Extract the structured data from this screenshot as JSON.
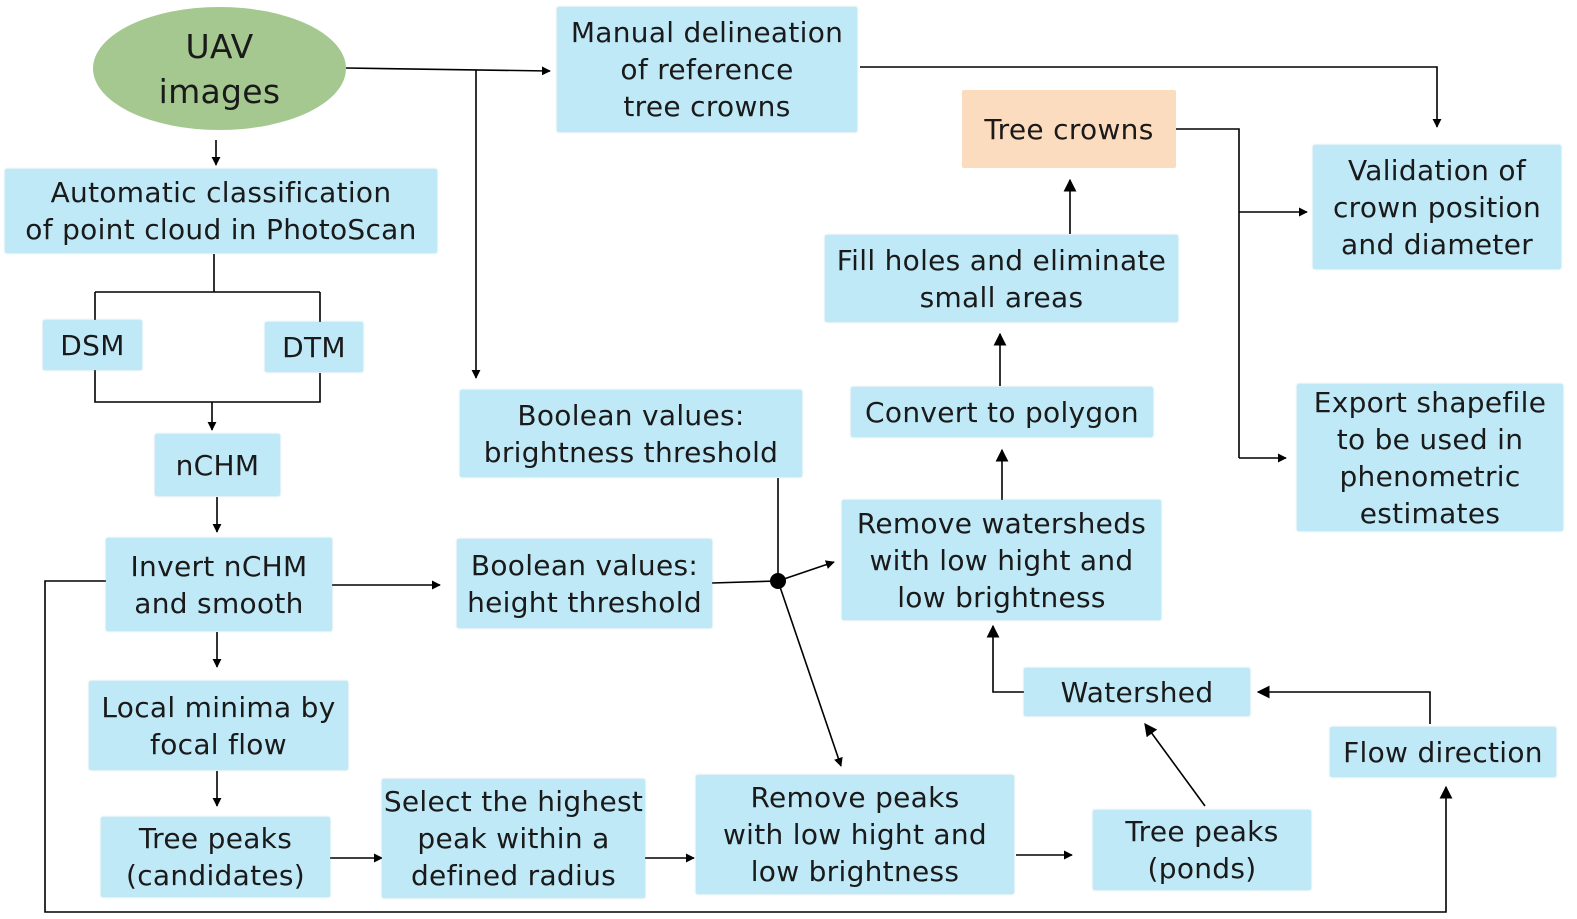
{
  "colors": {
    "process_box": "#bfe9f7",
    "start_ellipse": "#a5c890",
    "result_box": "#fcdcbe",
    "line": "#000000"
  },
  "nodes": {
    "uav": [
      "UAV",
      "images"
    ],
    "manual": [
      "Manual delineation",
      "of reference",
      "tree crowns"
    ],
    "classification": [
      "Automatic classification",
      "of point cloud in PhotoScan"
    ],
    "dsm": [
      "DSM"
    ],
    "dtm": [
      "DTM"
    ],
    "nchm": [
      "nCHM"
    ],
    "invert": [
      "Invert nCHM",
      "and smooth"
    ],
    "local_minima": [
      "Local minima by",
      "focal flow"
    ],
    "tree_peaks_candidates": [
      "Tree peaks",
      "(candidates)"
    ],
    "select_highest": [
      "Select the highest",
      "peak within a",
      "defined radius"
    ],
    "bool_brightness": [
      "Boolean values:",
      "brightness threshold"
    ],
    "bool_height": [
      "Boolean values:",
      "height threshold"
    ],
    "remove_peaks": [
      "Remove peaks",
      "with low hight and",
      "low brightness"
    ],
    "tree_peaks_ponds": [
      "Tree peaks",
      "(ponds)"
    ],
    "remove_watersheds": [
      "Remove watersheds",
      "with low hight and",
      "low brightness"
    ],
    "convert_polygon": [
      "Convert to polygon"
    ],
    "fill_holes": [
      "Fill holes and eliminate",
      "small areas"
    ],
    "tree_crowns": [
      "Tree crowns"
    ],
    "validation": [
      "Validation of",
      "crown position",
      "and diameter"
    ],
    "export": [
      "Export shapefile",
      "to be used in",
      "phenometric",
      "estimates"
    ],
    "watershed": [
      "Watershed"
    ],
    "flow_direction": [
      "Flow direction"
    ]
  }
}
